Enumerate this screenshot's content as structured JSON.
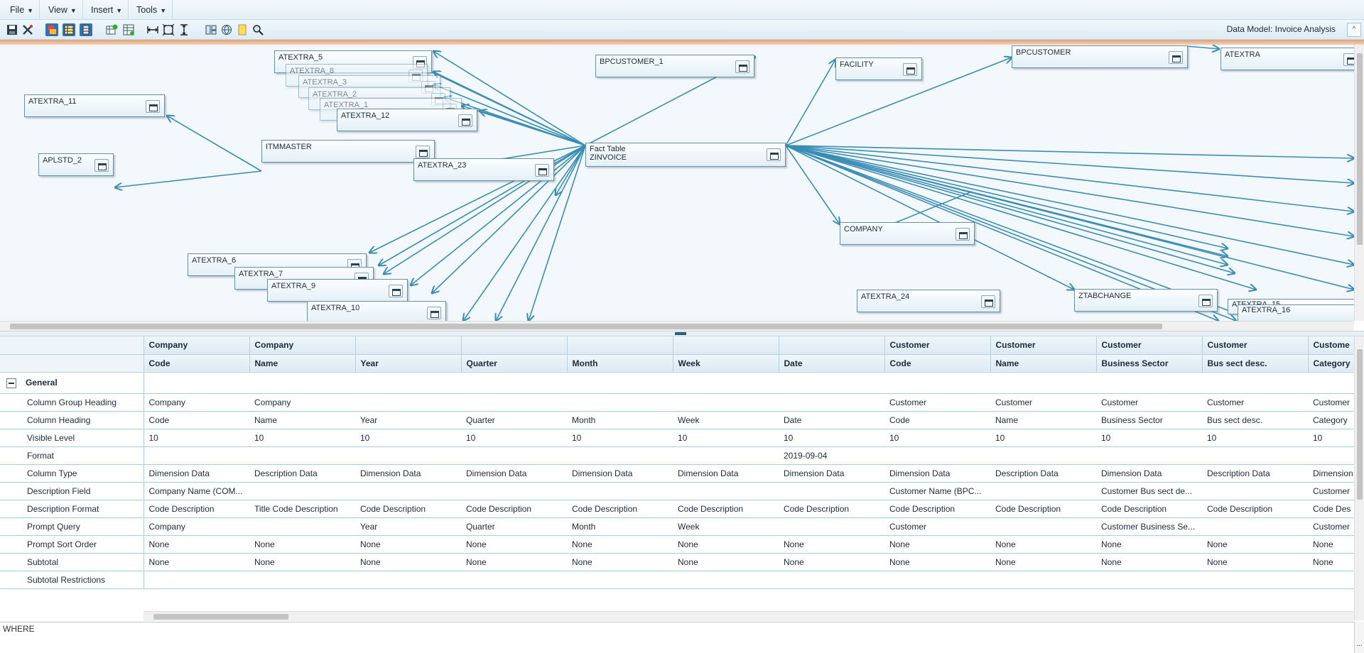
{
  "menu": {
    "file": "File",
    "view": "View",
    "insert": "Insert",
    "tools": "Tools"
  },
  "toolbar": {
    "model_label": "Data Model: Invoice Analysis",
    "collapse": "^"
  },
  "diagram": {
    "fact_label": "Fact Table",
    "fact_name": "ZINVOICE",
    "nodes": {
      "atextra_5": "ATEXTRA_5",
      "atextra_ghost_a": "ATEXTRA_8",
      "atextra_ghost_b": "ATEXTRA_3",
      "atextra_ghost_c": "ATEXTRA_2",
      "atextra_ghost_d": "ATEXTRA_1",
      "atextra_12": "ATEXTRA_12",
      "atextra_11": "ATEXTRA_11",
      "aplstd_2": "APLSTD_2",
      "itmmaster": "ITMMASTER",
      "atextra_23": "ATEXTRA_23",
      "bpcustomer_1": "BPCUSTOMER_1",
      "facility": "FACILITY",
      "bpcustomer": "BPCUSTOMER",
      "atextra": "ATEXTRA",
      "company": "COMPANY",
      "atextra_24": "ATEXTRA_24",
      "ztabchange": "ZTABCHANGE",
      "atextra_15": "ATEXTRA_15",
      "atextra_16": "ATEXTRA_16",
      "atextra_6": "ATEXTRA_6",
      "atextra_7": "ATEXTRA_7",
      "atextra_9": "ATEXTRA_9",
      "atextra_10": "ATEXTRA_10"
    }
  },
  "grid": {
    "header_top": [
      "Company",
      "Company",
      "",
      "",
      "",
      "",
      "",
      "Customer",
      "Customer",
      "Customer",
      "Customer",
      "Custome"
    ],
    "header_bottom": [
      "Code",
      "Name",
      "Year",
      "Quarter",
      "Month",
      "Week",
      "Date",
      "Code",
      "Name",
      "Business Sector",
      "Bus sect desc.",
      "Category"
    ],
    "group": "General",
    "rows": [
      {
        "label": "Column Group Heading",
        "cells": [
          "Company",
          "Company",
          "",
          "",
          "",
          "",
          "",
          "Customer",
          "Customer",
          "Customer",
          "Customer",
          "Customer"
        ]
      },
      {
        "label": "Column Heading",
        "cells": [
          "Code",
          "Name",
          "Year",
          "Quarter",
          "Month",
          "Week",
          "Date",
          "Code",
          "Name",
          "Business Sector",
          "Bus sect desc.",
          "Category"
        ]
      },
      {
        "label": "Visible Level",
        "cells": [
          "10",
          "10",
          "10",
          "10",
          "10",
          "10",
          "10",
          "10",
          "10",
          "10",
          "10",
          "10"
        ]
      },
      {
        "label": "Format",
        "cells": [
          "",
          "",
          "",
          "",
          "",
          "",
          "2019-09-04",
          "",
          "",
          "",
          "",
          ""
        ]
      },
      {
        "label": "Column Type",
        "cells": [
          "Dimension Data",
          "Description Data",
          "Dimension Data",
          "Dimension Data",
          "Dimension Data",
          "Dimension Data",
          "Dimension Data",
          "Dimension Data",
          "Description Data",
          "Dimension Data",
          "Description Data",
          "Dimension"
        ]
      },
      {
        "label": "Description Field",
        "cells": [
          "Company Name (COM...",
          "",
          "",
          "",
          "",
          "",
          "",
          "Customer Name (BPC...",
          "",
          "Customer Bus sect de...",
          "",
          "Customer"
        ]
      },
      {
        "label": "Description Format",
        "cells": [
          "Code Description",
          "Title Code Description",
          "Code Description",
          "Code Description",
          "Code Description",
          "Code Description",
          "Code Description",
          "Code Description",
          "Code Description",
          "Code Description",
          "Code Description",
          "Code Des"
        ]
      },
      {
        "label": "Prompt Query",
        "cells": [
          "Company",
          "",
          "Year",
          "Quarter",
          "Month",
          "Week",
          "",
          "Customer",
          "",
          "Customer Business Se...",
          "",
          "Customer"
        ]
      },
      {
        "label": "Prompt Sort Order",
        "cells": [
          "None",
          "None",
          "None",
          "None",
          "None",
          "None",
          "None",
          "None",
          "None",
          "None",
          "None",
          "None"
        ]
      },
      {
        "label": "Subtotal",
        "cells": [
          "None",
          "None",
          "None",
          "None",
          "None",
          "None",
          "None",
          "None",
          "None",
          "None",
          "None",
          "None"
        ]
      },
      {
        "label": "Subtotal Restrictions",
        "cells": [
          "",
          "",
          "",
          "",
          "",
          "",
          "",
          "",
          "",
          "",
          "",
          ""
        ]
      }
    ]
  },
  "where": {
    "label": "WHERE",
    "ellipsis": "..."
  }
}
